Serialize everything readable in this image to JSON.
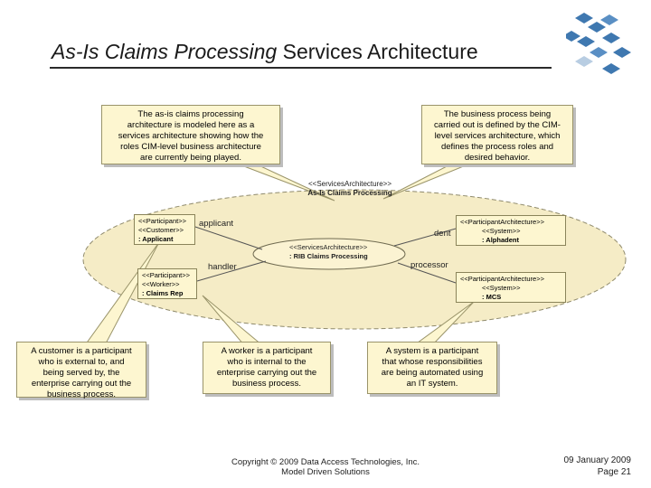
{
  "title": {
    "italic": "As-Is Claims Processing",
    "normal": " Services Architecture"
  },
  "callouts": {
    "top_left": [
      "The as-is claims processing",
      "architecture is modeled here as a",
      "services architecture showing how the",
      "roles CIM-level business architecture",
      "are currently being played."
    ],
    "top_right": [
      "The business process being",
      "carried out is defined by the CIM-",
      "level services architecture, which",
      "defines the process roles and",
      "desired behavior."
    ],
    "customer": [
      "A customer is a participant",
      "who is external to, and",
      "being served by, the",
      "enterprise carrying out the",
      "business process."
    ],
    "worker": [
      "A worker is a participant",
      "who is internal to the",
      "enterprise carrying out the",
      "business process."
    ],
    "system": [
      "A system is a participant",
      "that whose responsibilities",
      "are being automated using",
      "an IT system."
    ]
  },
  "diagram": {
    "stereotype": "<<ServicesArchitecture>>",
    "name": "As-Is Claims Processing",
    "center": {
      "stereotype": "<<ServicesArchitecture>>",
      "name": ": RIB Claims Processing"
    },
    "applicant": {
      "stereo1": "<<Participant>>",
      "stereo2": "<<Customer>>",
      "name": ": Applicant"
    },
    "claims_rep": {
      "stereo1": "<<Participant>>",
      "stereo2": "<<Worker>>",
      "name": ": Claims Rep"
    },
    "alphadent": {
      "stereo1": "<<ParticipantArchitecture>>",
      "stereo2": "<<System>>",
      "name": ": Alphadent"
    },
    "mcs": {
      "stereo1": "<<ParticipantArchitecture>>",
      "stereo2": "<<System>>",
      "name": ": MCS"
    },
    "roles": {
      "applicant": "applicant",
      "handler": "handler",
      "dent": "dent",
      "processor": "processor"
    }
  },
  "footer": {
    "copyright": "Copyright © 2009 Data Access Technologies, Inc.",
    "sub": "Model Driven Solutions"
  },
  "date": {
    "date": "09 January 2009",
    "page": "Page 21"
  },
  "colors": {
    "callout_fill": "#fdf6d0",
    "ellipse_fill": "#f5ecc6",
    "logo_blue": "#3f78b0"
  }
}
